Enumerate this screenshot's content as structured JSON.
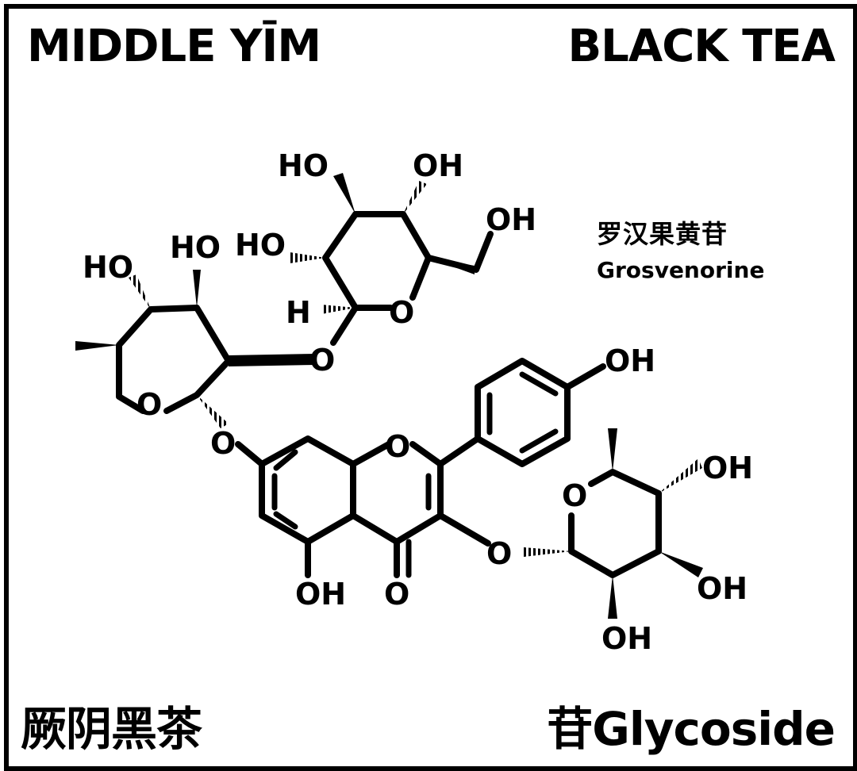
{
  "corners": {
    "top_left": "MIDDLE YĪM",
    "top_right": "BLACK TEA",
    "bottom_left": "厥阴黑茶",
    "bottom_right": "苷Glycoside"
  },
  "compound": {
    "name_cn": "罗汉果黄苷",
    "name_en": "Grosvenorine"
  },
  "atoms": {
    "oh": "OH",
    "ho": "HO",
    "o": "O",
    "h": "H"
  },
  "colors": {
    "ink": "#000000",
    "background": "#ffffff"
  }
}
